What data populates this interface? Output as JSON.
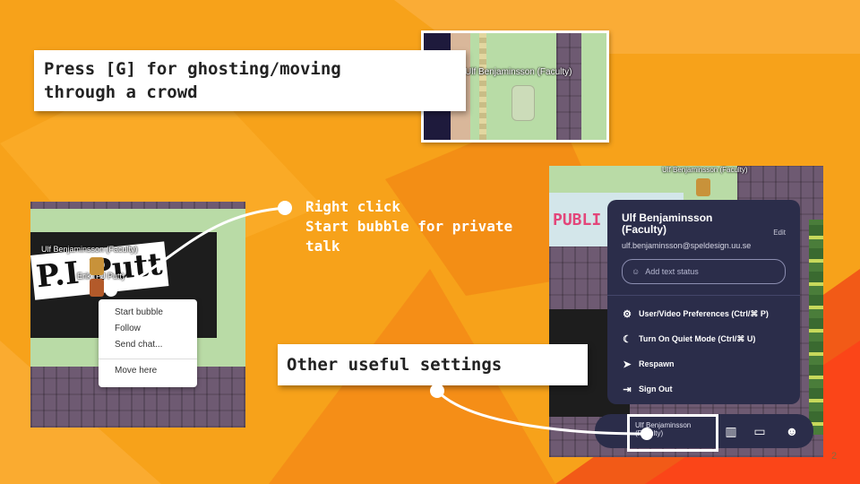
{
  "callouts": {
    "ghosting": "Press [G] for ghosting/moving\nthrough a crowd",
    "right_click": "Right click\nStart bubble for private\ntalk",
    "settings": "Other useful settings"
  },
  "ghost_shot": {
    "name_tag": "Ulf Benjaminsson (Faculty)"
  },
  "bubble_shot": {
    "name_tag_1": "Ulf Benjaminsson (Faculty)",
    "name_tag_2": "Erik (PJ Putt)",
    "sign_text": "P.I Putt",
    "context_menu": [
      "Start bubble",
      "Follow",
      "Send chat...",
      "Move here"
    ]
  },
  "settings_shot": {
    "top_name_tag": "Ulf Benjaminsson (Faculty)",
    "side_sign": "PUBLI",
    "profile": {
      "name": "Ulf Benjaminsson (Faculty)",
      "edit": "Edit",
      "email": "ulf.benjaminsson@speldesign.uu.se",
      "status_placeholder": "Add text status",
      "menu": [
        {
          "icon": "gear-icon",
          "label": "User/Video Preferences (Ctrl/⌘ P)"
        },
        {
          "icon": "moon-icon",
          "label": "Turn On Quiet Mode (Ctrl/⌘ U)"
        },
        {
          "icon": "navigation-arrow-icon",
          "label": "Respawn"
        },
        {
          "icon": "sign-out-icon",
          "label": "Sign Out"
        }
      ]
    },
    "bottom_bar": {
      "user_name": "Ulf Benjaminsson",
      "user_role": "(Faculty)"
    }
  },
  "page_number": "2",
  "colors": {
    "background": "#f7a21a",
    "accent_orange": "#f05a1a",
    "panel": "#2b2d4a"
  }
}
